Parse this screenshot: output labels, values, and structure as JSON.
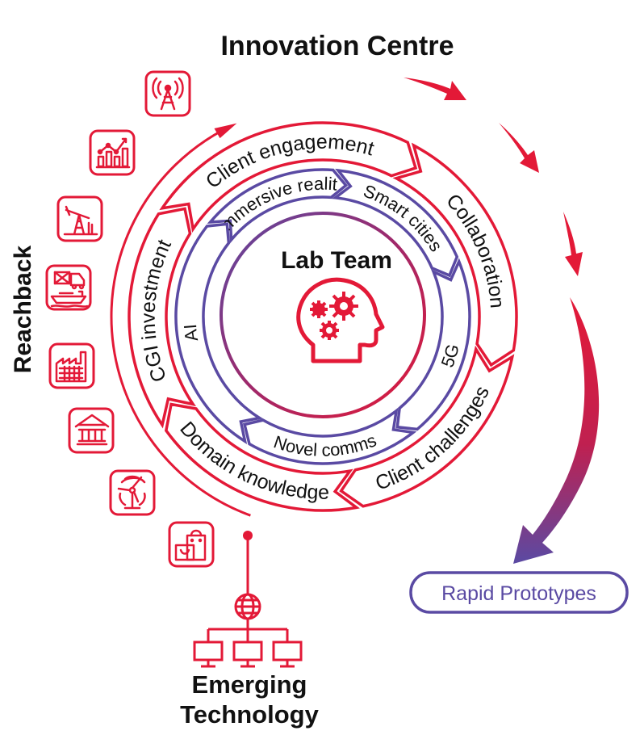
{
  "colors": {
    "red": "#e31937",
    "purple": "#5a4aa3",
    "text": "#111111",
    "background": "#ffffff"
  },
  "titles": {
    "innovation_centre": "Innovation Centre",
    "reachback": "Reachback",
    "lab_team": "Lab Team",
    "emerging_technology_line1": "Emerging",
    "emerging_technology_line2": "Technology"
  },
  "outer_ring": {
    "segments": [
      {
        "label": "Client engagement"
      },
      {
        "label": "Collaboration"
      },
      {
        "label": "Client challenges"
      },
      {
        "label": "Domain knowledge"
      },
      {
        "label": "CGI investment"
      }
    ]
  },
  "inner_ring": {
    "segments": [
      {
        "label": "Immersive reality"
      },
      {
        "label": "Smart cities"
      },
      {
        "label": "5G"
      },
      {
        "label": "Novel comms"
      },
      {
        "label": "AI"
      }
    ]
  },
  "output": {
    "label": "Rapid Prototypes"
  },
  "sector_icons": [
    {
      "icon": "radio-tower-icon"
    },
    {
      "icon": "bar-chart-trend-icon"
    },
    {
      "icon": "oil-pump-icon"
    },
    {
      "icon": "mail-truck-ship-icon"
    },
    {
      "icon": "factory-icon"
    },
    {
      "icon": "government-building-icon"
    },
    {
      "icon": "wind-turbine-icon"
    },
    {
      "icon": "shopping-bags-icon"
    }
  ],
  "center_icon": "head-gears-icon",
  "network_icon": "globe-network-icon"
}
